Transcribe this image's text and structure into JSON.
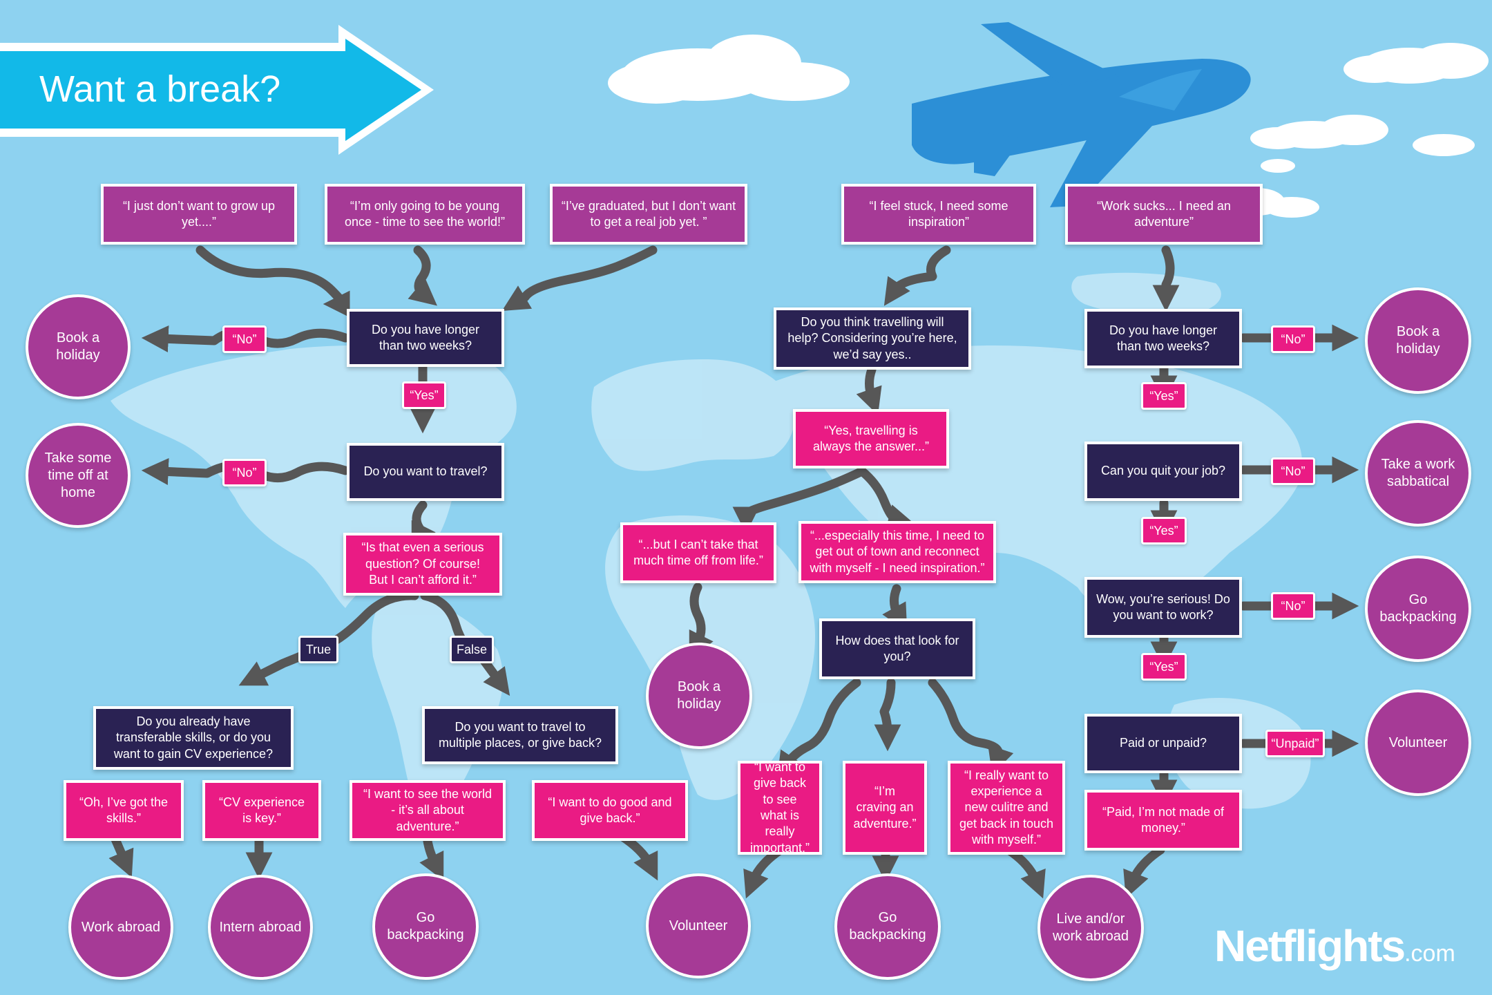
{
  "title": "Want a break?",
  "brand": {
    "name": "Netflights",
    "suffix": ".com"
  },
  "colors": {
    "sky": "#8ed2f0",
    "purple": "#a63a96",
    "navy": "#2a2253",
    "pink": "#ea1b84",
    "arrow": "#575757",
    "banner": "#12b9e8",
    "plane": "#2c8fd6"
  },
  "icons": [
    "airplane-icon",
    "cloud-icon",
    "banner-arrow-icon",
    "world-map-icon"
  ],
  "nodes": {
    "q1": "“I just don’t want to grow up yet....”",
    "q2": "“I’m only going to be young once - time to see the world!”",
    "q3": "“I’ve graduated, but I don’t want to get a real job yet. ”",
    "q4": "“I feel stuck, I need some inspiration”",
    "q5": "“Work sucks... I need an adventure”",
    "l_longer": "Do you have longer than two weeks?",
    "l_travel": "Do you want to travel?",
    "l_serious": "“Is that even a serious question? Of course! But I can’t afford it.”",
    "l_skills": "Do you already have transferable skills, or do you want to gain CV experience?",
    "l_multiple": "Do you want to travel to multiple places, or give back?",
    "l_gotskills": "“Oh, I’ve got the skills.”",
    "l_cvkey": "“CV experience is key.”",
    "l_seeworld": "“I want to see the world - it’s all about adventure.”",
    "l_dogood": "“I want to do good and give back.”",
    "m_think": "Do you think travelling will help? Considering you’re here, we’d say yes..",
    "m_yes": "“Yes, travelling is always the answer...”",
    "m_cant": "“...but I can’t take that much time off from life.”",
    "m_especially": "“...especially this time, I need to get out of town and reconnect with myself - I need inspiration.”",
    "m_how": "How does that look for you?",
    "m_giveback": "“I want to give back to see what is really important.”",
    "m_craving": "“I’m craving an adventure.”",
    "m_reallywant": "“I really want to experience a new culitre and get back in touch with myself.”",
    "r_longer": "Do you have longer than two weeks?",
    "r_quit": "Can you quit your job?",
    "r_serious": "Wow, you’re serious! Do you want to work?",
    "r_paid": "Paid or unpaid?",
    "r_notmade": "“Paid, I’m not made of money.”"
  },
  "outcomes": {
    "book_left": "Book a holiday",
    "timeoff": "Take some time off at home",
    "work_abroad": "Work abroad",
    "intern_abroad": "Intern abroad",
    "go_backpacking_left": "Go backpacking",
    "volunteer_mid": "Volunteer",
    "book_mid": "Book a holiday",
    "go_backpacking_mid": "Go backpacking",
    "live_work": "Live and/or work abroad",
    "book_right": "Book a holiday",
    "sabbatical": "Take a work sabbatical",
    "go_backpacking_right": "Go backpacking",
    "volunteer_right": "Volunteer"
  },
  "badges": {
    "no1": "“No”",
    "yes1": "“Yes”",
    "no2": "“No”",
    "true": "True",
    "false": "False",
    "no3": "“No”",
    "yes3": "“Yes”",
    "no4": "“No”",
    "yes4": "“Yes”",
    "no5": "“No”",
    "yes5": "“Yes”",
    "unpaid": "“Unpaid”"
  }
}
